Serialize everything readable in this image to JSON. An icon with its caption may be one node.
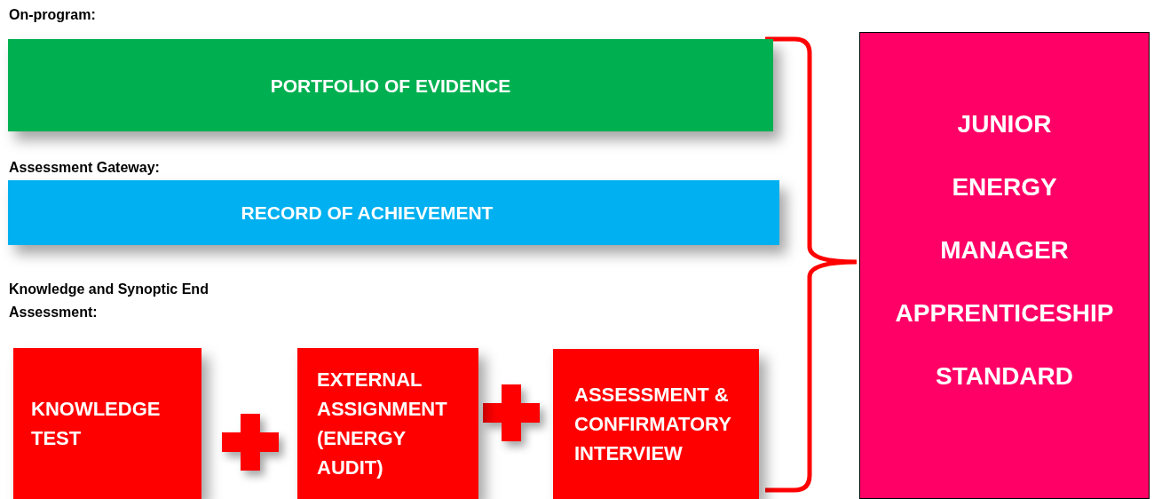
{
  "diagram": {
    "nodes": [
      {
        "text": [
          "PORTFOLIO OF EVIDENCE"
        ]
      },
      {
        "text": [
          "RECORD OF ACHIEVEMENT"
        ]
      },
      {
        "text": [
          "KNOWLEDGE TEST"
        ]
      },
      {
        "text": [
          "EXTERNAL ASSIGNMENT (ENERGY AUDIT)"
        ]
      },
      {
        "text": [
          "ASSESSMENT & CONFIRMATORY INTERVIEW"
        ]
      },
      {
        "text": [
          "JUNIOR ENERGY MANAGER APPRENTICESHIP STANDARD"
        ]
      }
    ],
    "labels": [
      "On-program:",
      "Assessment Gateway:",
      "Knowledge and Synoptic End Assessment:"
    ]
  }
}
